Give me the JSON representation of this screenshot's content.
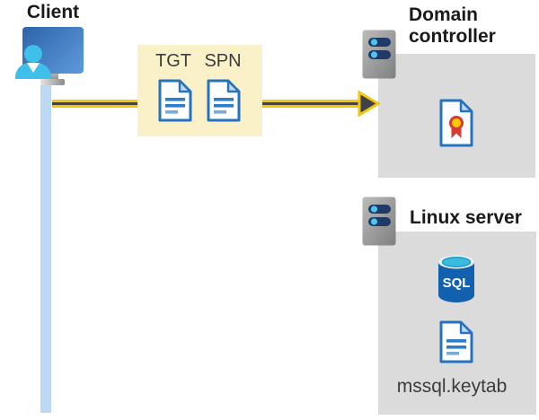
{
  "client": {
    "label": "Client"
  },
  "tickets": {
    "tgt": "TGT",
    "spn": "SPN"
  },
  "domain_controller": {
    "label": "Domain controller"
  },
  "linux_server": {
    "label": "Linux server",
    "sql_badge": "SQL",
    "keytab_file": "mssql.keytab"
  },
  "colors": {
    "highlight_box_yellow": "#FBF1C9",
    "arrow_yellow": "#F2C511",
    "arrow_dark": "#45433B",
    "group_box_gray": "#DBDBDB",
    "document_blue": "#2573BE",
    "document_line_blue": "#2E7DC8",
    "document_line_light": "#79ABD9",
    "monitor_blue": "#2E63AA",
    "person_cyan": "#3FC0EA",
    "lifeline_blue": "#BDD8F5",
    "server_gray": "#9A9B9A",
    "server_pill_navy": "#203A67",
    "server_dot_cyan": "#49C7F2",
    "sql_body_blue": "#1261AF",
    "sql_top_cyan": "#3ABADF",
    "seal_yellow": "#FFCB05",
    "seal_red": "#D63A31",
    "heading_text": "#1A1A1A",
    "label_text": "#3C3C3C"
  }
}
